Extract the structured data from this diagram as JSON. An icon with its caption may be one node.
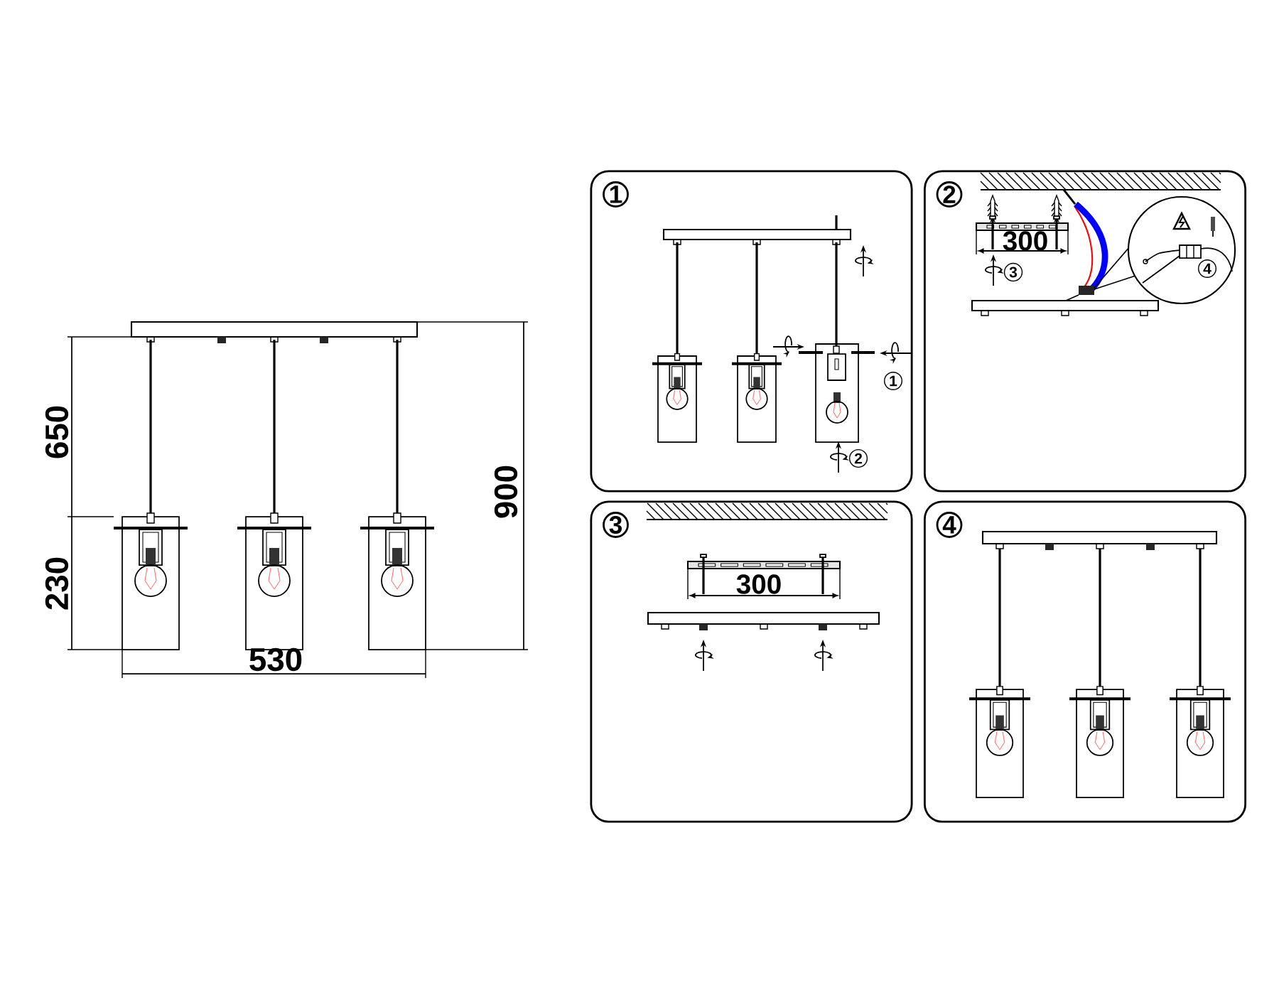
{
  "diagram": {
    "nodes": [
      {
        "text": [
          "1"
        ]
      },
      {
        "text": [
          "2"
        ]
      },
      {
        "text": [
          "3"
        ]
      },
      {
        "text": [
          "4"
        ]
      }
    ],
    "labels": [
      "650",
      "900",
      "230",
      "530",
      "1",
      "2",
      "300",
      "3",
      "4",
      "300"
    ]
  }
}
